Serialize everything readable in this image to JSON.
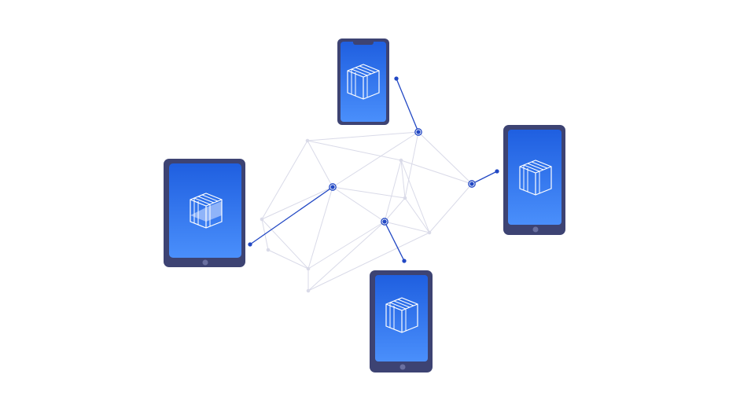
{
  "colors": {
    "background": "#ffffff",
    "device_frame": "#3d4373",
    "device_frame_edge": "#5c6396",
    "screen_top": "#1f5fe0",
    "screen_bottom": "#4a8ffb",
    "network_line": "#d9dae8",
    "connection_line": "#2248c4",
    "box_stroke": "#ffffff"
  },
  "devices": [
    {
      "kind": "phone-notch",
      "icon": "package-box-icon"
    },
    {
      "kind": "tablet",
      "icon": "package-box-icon"
    },
    {
      "kind": "phone",
      "icon": "package-box-icon"
    },
    {
      "kind": "phone",
      "icon": "package-box-icon"
    }
  ],
  "network": {
    "hub_icon": "network-node-icon"
  }
}
